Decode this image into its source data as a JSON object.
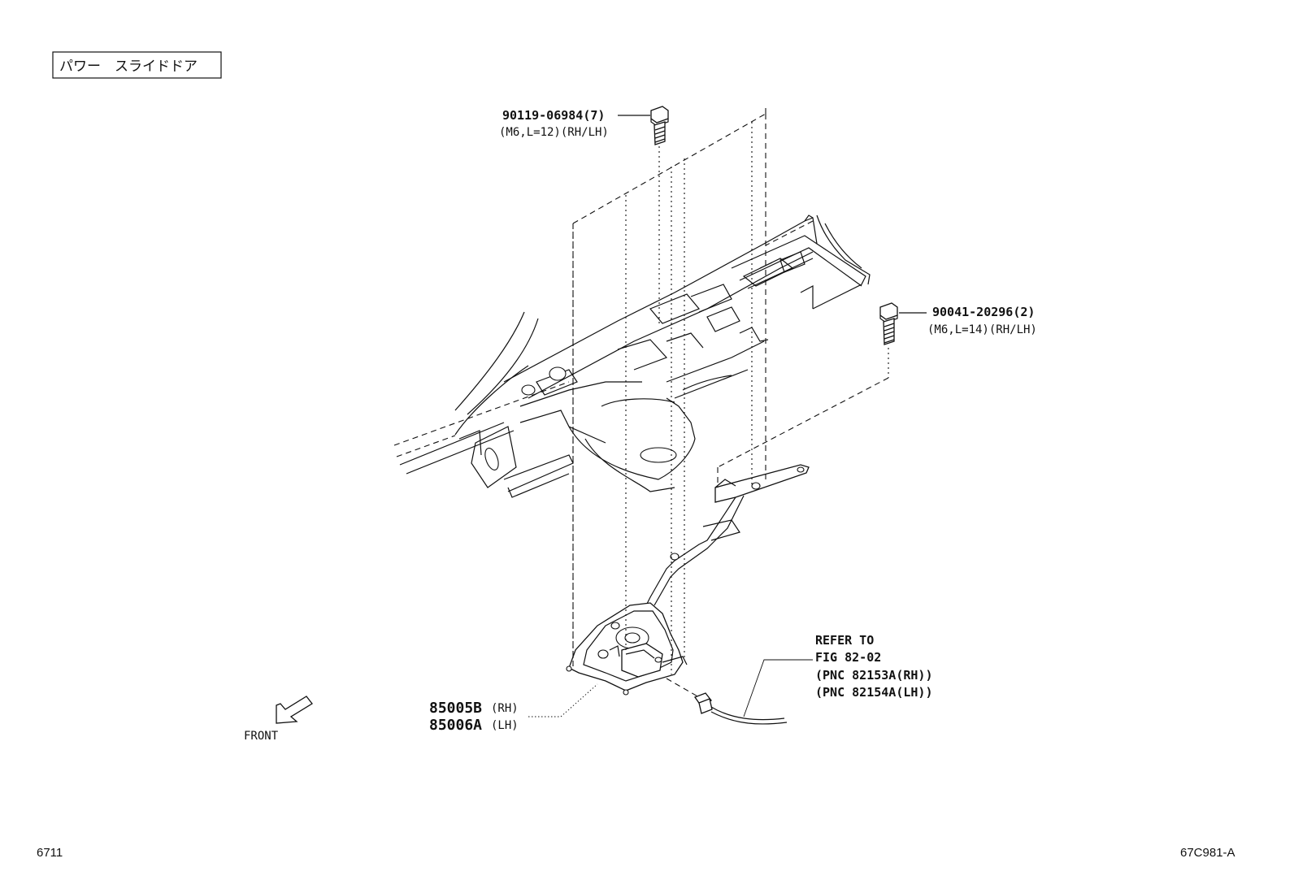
{
  "title": "パワー　スライドドア",
  "parts": {
    "bolt_upper": {
      "part_no": "90119-06984(7)",
      "spec": "(M6,L=12)(RH/LH)"
    },
    "bolt_right": {
      "part_no": "90041-20296(2)",
      "spec": "(M6,L=14)(RH/LH)"
    },
    "unit_rh": {
      "part_no": "85005B",
      "side": "(RH)"
    },
    "unit_lh": {
      "part_no": "85006A",
      "side": "(LH)"
    }
  },
  "reference": {
    "line1": "REFER TO",
    "line2": "FIG 82-02",
    "line3": "(PNC 82153A(RH))",
    "line4": "(PNC 82154A(LH))"
  },
  "front_label": "FRONT",
  "footer": {
    "left": "6711",
    "right": "67C981-A"
  }
}
